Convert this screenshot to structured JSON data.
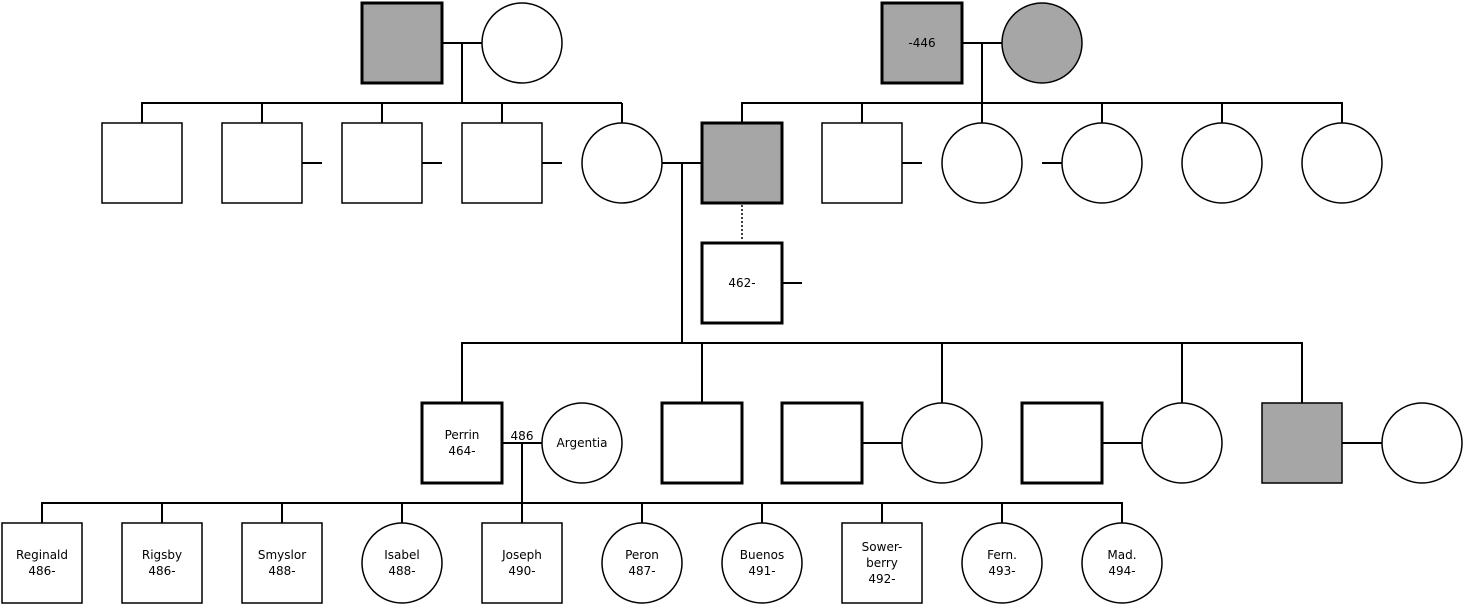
{
  "colors": {
    "affected": "#a6a6a6",
    "unaffected": "#ffffff",
    "line": "#000000"
  },
  "gen1": {
    "left_couple": {
      "male": {
        "affected": true,
        "label": ""
      },
      "female": {
        "affected": false,
        "label": ""
      }
    },
    "right_couple": {
      "male": {
        "affected": true,
        "label": "-446"
      },
      "female": {
        "affected": true,
        "label": ""
      }
    }
  },
  "gen2": {
    "left_sibs": [
      {
        "sex": "male",
        "affected": false
      },
      {
        "sex": "male",
        "affected": false
      },
      {
        "sex": "male",
        "affected": false
      },
      {
        "sex": "male",
        "affected": false
      },
      {
        "sex": "female",
        "affected": false
      }
    ],
    "right_sibs": [
      {
        "sex": "male",
        "affected": true
      },
      {
        "sex": "male",
        "affected": false
      },
      {
        "sex": "female",
        "affected": false
      },
      {
        "sex": "female",
        "affected": false
      },
      {
        "sex": "female",
        "affected": false
      },
      {
        "sex": "female",
        "affected": false
      }
    ],
    "illegitimate_child": {
      "label": "462-"
    }
  },
  "gen3": {
    "perrin": {
      "name": "Perrin",
      "code": "464-"
    },
    "marriage_label": "486",
    "argentia": {
      "name": "Argentia"
    }
  },
  "gen4": [
    {
      "sex": "male",
      "name": "Reginald",
      "code": "486-"
    },
    {
      "sex": "male",
      "name": "Rigsby",
      "code": "486-"
    },
    {
      "sex": "male",
      "name": "Smyslor",
      "code": "488-"
    },
    {
      "sex": "female",
      "name": "Isabel",
      "code": "488-"
    },
    {
      "sex": "male",
      "name": "Joseph",
      "code": "490-"
    },
    {
      "sex": "female",
      "name": "Peron",
      "code": "487-"
    },
    {
      "sex": "female",
      "name": "Buenos",
      "code": "491-"
    },
    {
      "sex": "male",
      "name": "Sower-",
      "name2": "berry",
      "code": "492-"
    },
    {
      "sex": "female",
      "name": "Fern.",
      "code": "493-"
    },
    {
      "sex": "female",
      "name": "Mad.",
      "code": "494-"
    }
  ]
}
